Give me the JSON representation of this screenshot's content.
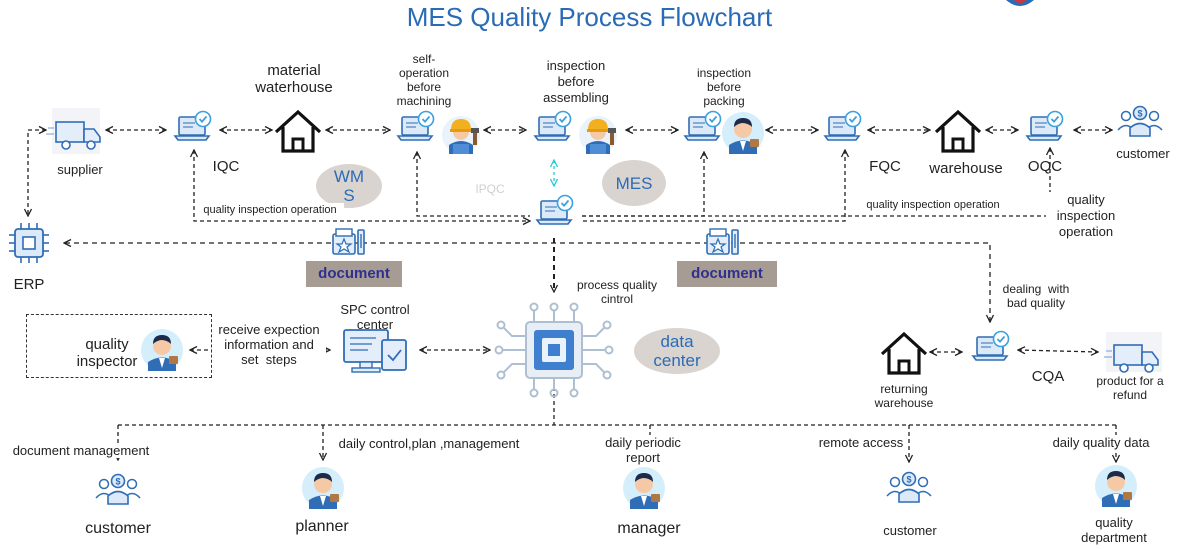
{
  "title": "MES Quality Process Flowchart",
  "nodes": {
    "supplier": "supplier",
    "iqc": "IQC",
    "material_warehouse": "material\nwaterhouse",
    "self_operation": "self-\noperation\nbefore\nmachining",
    "inspection_assembling": "inspection\nbefore\nassembling",
    "inspection_packing": "inspection\nbefore\npacking",
    "fqc": "FQC",
    "warehouse": "warehouse",
    "oqc": "OQC",
    "customer_top": "customer",
    "wms": "WM\nS",
    "ipqc": "IPQC",
    "mes": "MES",
    "erp": "ERP",
    "quality_inspector": "quality\ninspector",
    "receive_expection": "receive expection\ninformation and\nset  steps",
    "spc_center": "SPC control\ncenter",
    "process_quality": "process quality\ncintrol",
    "data_center": "data\ncenter",
    "dealing_bad_quality": "dealing  with\nbad quality",
    "returning_warehouse": "returning\nwarehouse",
    "cqa": "CQA",
    "product_refund": "product for a\nrefund",
    "qio_left": "quality inspection operation",
    "qio_right": "quality inspection operation",
    "qio_right2": "quality\ninspection\noperation",
    "document_1": "document",
    "document_2": "document"
  },
  "bottom": {
    "document_management": "document management",
    "customer_1": "customer",
    "daily_control": "daily control,plan ,management",
    "planner": "planner",
    "daily_periodic": "daily periodic\nreport",
    "manager": "manager",
    "remote_access": "remote access",
    "customer_2": "customer",
    "daily_quality": "daily quality data",
    "quality_department": "quality\ndepartment"
  },
  "colors": {
    "title": "#2a6bb8",
    "icon_blue": "#2f6db6",
    "icon_light": "#dce9f8",
    "check": "#3aa0e0",
    "doc_box": "#a79c93",
    "doc_text": "#2f2f8f",
    "ellipse": "#d9d4d0",
    "ipqc_text": "#d0d0d0",
    "cyan_arrow": "#28c8d8"
  }
}
